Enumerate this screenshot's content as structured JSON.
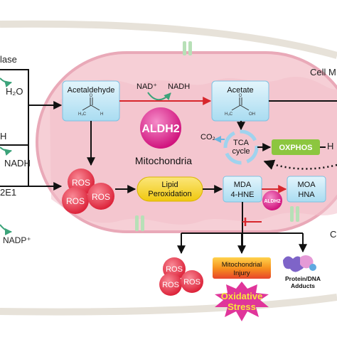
{
  "left_labels": {
    "lase": "lase",
    "h2o": "H₂O",
    "h": "H",
    "nadh": "NADH",
    "e1": "2E1",
    "nadp": "NADP⁺"
  },
  "right_labels": {
    "cell_m": "Cell M",
    "c": "C",
    "h": "H"
  },
  "cofactors": {
    "nad": "NAD⁺",
    "nadh": "NADH"
  },
  "boxes": {
    "acetaldehyde": "Acetaldehyde",
    "acetate": "Acetate",
    "mda_line1": "MDA",
    "mda_line2": "4-HNE",
    "moa_line1": "MOA",
    "moa_line2": "HNA",
    "oxphos": "OXPHOS",
    "lipid_line1": "Lipid",
    "lipid_line2": "Peroxidation",
    "mito_injury_line1": "Mitochondrial",
    "mito_injury_line2": "Injury",
    "adducts_line1": "Protein/DNA",
    "adducts_line2": "Adducts"
  },
  "aldh2": {
    "main": "ALDH2",
    "small": "ALDH2"
  },
  "mitochondria_label": "Mitochondria",
  "tca": {
    "co2": "CO₂",
    "line1": "TCA",
    "line2": "cycle"
  },
  "ros": {
    "label": "ROS"
  },
  "oxidative_stress": {
    "line1": "Oxidative",
    "line2": "Stress"
  },
  "molecule": {
    "o": "O",
    "h": "H",
    "h3c": "H₃C",
    "oh": "OH"
  },
  "colors": {
    "mito_fill": "#f6cfd6",
    "box_blue": "#bfe6f5",
    "aldh2_magenta": "#e2208f",
    "ros_red": "#e8334a",
    "lipid_yellow": "#f4d41c",
    "oxphos_green": "#8cc63f",
    "stress_magenta": "#e0359a",
    "injury_orange": "#f26f22",
    "inhibit_red": "#d7262c"
  }
}
